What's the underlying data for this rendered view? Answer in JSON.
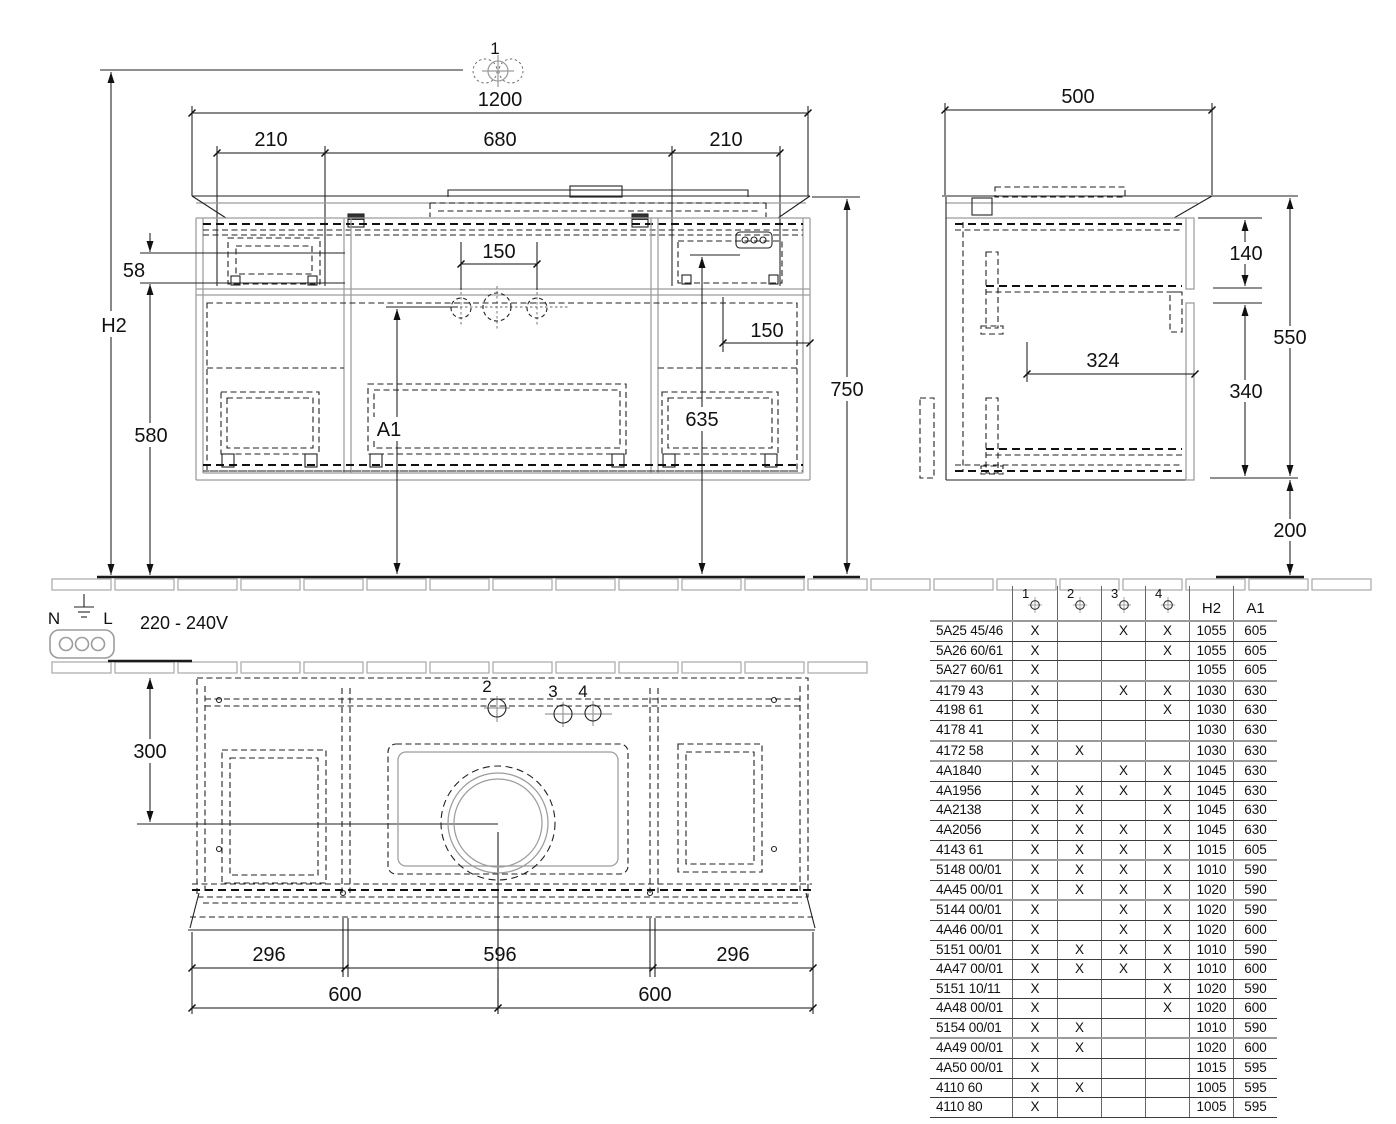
{
  "front_view": {
    "marker1": "1",
    "dim_total_width": "1200",
    "dim_left": "210",
    "dim_center": "680",
    "dim_right": "210",
    "dim_tap_span": "150",
    "dim_apron": "58",
    "dim_wall_height": "H2",
    "dim_bottom_height": "580",
    "dim_basin_height": "A1",
    "dim_outlet_height": "635",
    "dim_cabinet_height": "750",
    "dim_right_offset": "150"
  },
  "side_view": {
    "dim_depth": "500",
    "dim_top_drawer": "140",
    "dim_body_height": "550",
    "dim_inner_depth": "324",
    "dim_lower_drawer": "340",
    "dim_clearance": "200"
  },
  "plan_view": {
    "marker2": "2",
    "marker3": "3",
    "marker4": "4",
    "dim_back_offset": "300",
    "dim_left": "296",
    "dim_mid": "596",
    "dim_right": "296",
    "dim_span_left": "600",
    "dim_span_right": "600"
  },
  "electrical": {
    "neutral": "N",
    "line": "L",
    "voltage": "220 - 240V"
  },
  "table": {
    "headers": {
      "c1": "1",
      "c2": "2",
      "c3": "3",
      "c4": "4",
      "h2": "H2",
      "a1": "A1"
    },
    "rows": [
      {
        "model": "5A25 45/46",
        "c1": "X",
        "c2": "",
        "c3": "X",
        "c4": "X",
        "h2": "1055",
        "a1": "605",
        "group_end": false
      },
      {
        "model": "5A26 60/61",
        "c1": "X",
        "c2": "",
        "c3": "",
        "c4": "X",
        "h2": "1055",
        "a1": "605",
        "group_end": false
      },
      {
        "model": "5A27 60/61",
        "c1": "X",
        "c2": "",
        "c3": "",
        "c4": "",
        "h2": "1055",
        "a1": "605",
        "group_end": true
      },
      {
        "model": "4179 43",
        "c1": "X",
        "c2": "",
        "c3": "X",
        "c4": "X",
        "h2": "1030",
        "a1": "630",
        "group_end": false
      },
      {
        "model": "4198 61",
        "c1": "X",
        "c2": "",
        "c3": "",
        "c4": "X",
        "h2": "1030",
        "a1": "630",
        "group_end": false
      },
      {
        "model": "4178 41",
        "c1": "X",
        "c2": "",
        "c3": "",
        "c4": "",
        "h2": "1030",
        "a1": "630",
        "group_end": true
      },
      {
        "model": "4172 58",
        "c1": "X",
        "c2": "X",
        "c3": "",
        "c4": "",
        "h2": "1030",
        "a1": "630",
        "group_end": true
      },
      {
        "model": "4A1840",
        "c1": "X",
        "c2": "",
        "c3": "X",
        "c4": "X",
        "h2": "1045",
        "a1": "630",
        "group_end": false
      },
      {
        "model": "4A1956",
        "c1": "X",
        "c2": "X",
        "c3": "X",
        "c4": "X",
        "h2": "1045",
        "a1": "630",
        "group_end": false
      },
      {
        "model": "4A2138",
        "c1": "X",
        "c2": "X",
        "c3": "",
        "c4": "X",
        "h2": "1045",
        "a1": "630",
        "group_end": false
      },
      {
        "model": "4A2056",
        "c1": "X",
        "c2": "X",
        "c3": "X",
        "c4": "X",
        "h2": "1045",
        "a1": "630",
        "group_end": false
      },
      {
        "model": "4143 61",
        "c1": "X",
        "c2": "X",
        "c3": "X",
        "c4": "X",
        "h2": "1015",
        "a1": "605",
        "group_end": true
      },
      {
        "model": "5148 00/01",
        "c1": "X",
        "c2": "X",
        "c3": "X",
        "c4": "X",
        "h2": "1010",
        "a1": "590",
        "group_end": false
      },
      {
        "model": "4A45 00/01",
        "c1": "X",
        "c2": "X",
        "c3": "X",
        "c4": "X",
        "h2": "1020",
        "a1": "590",
        "group_end": true
      },
      {
        "model": "5144 00/01",
        "c1": "X",
        "c2": "",
        "c3": "X",
        "c4": "X",
        "h2": "1020",
        "a1": "590",
        "group_end": false
      },
      {
        "model": "4A46 00/01",
        "c1": "X",
        "c2": "",
        "c3": "X",
        "c4": "X",
        "h2": "1020",
        "a1": "600",
        "group_end": false
      },
      {
        "model": "5151 00/01",
        "c1": "X",
        "c2": "X",
        "c3": "X",
        "c4": "X",
        "h2": "1010",
        "a1": "590",
        "group_end": false
      },
      {
        "model": "4A47 00/01",
        "c1": "X",
        "c2": "X",
        "c3": "X",
        "c4": "X",
        "h2": "1010",
        "a1": "600",
        "group_end": false
      },
      {
        "model": "5151 10/11",
        "c1": "X",
        "c2": "",
        "c3": "",
        "c4": "X",
        "h2": "1020",
        "a1": "590",
        "group_end": false
      },
      {
        "model": "4A48 00/01",
        "c1": "X",
        "c2": "",
        "c3": "",
        "c4": "X",
        "h2": "1020",
        "a1": "600",
        "group_end": false
      },
      {
        "model": "5154 00/01",
        "c1": "X",
        "c2": "X",
        "c3": "",
        "c4": "",
        "h2": "1010",
        "a1": "590",
        "group_end": true
      },
      {
        "model": "4A49 00/01",
        "c1": "X",
        "c2": "X",
        "c3": "",
        "c4": "",
        "h2": "1020",
        "a1": "600",
        "group_end": false
      },
      {
        "model": "4A50 00/01",
        "c1": "X",
        "c2": "",
        "c3": "",
        "c4": "",
        "h2": "1015",
        "a1": "595",
        "group_end": false
      },
      {
        "model": "4110 60",
        "c1": "X",
        "c2": "X",
        "c3": "",
        "c4": "",
        "h2": "1005",
        "a1": "595",
        "group_end": false
      },
      {
        "model": "4110 80",
        "c1": "X",
        "c2": "",
        "c3": "",
        "c4": "",
        "h2": "1005",
        "a1": "595",
        "group_end": false
      }
    ]
  }
}
